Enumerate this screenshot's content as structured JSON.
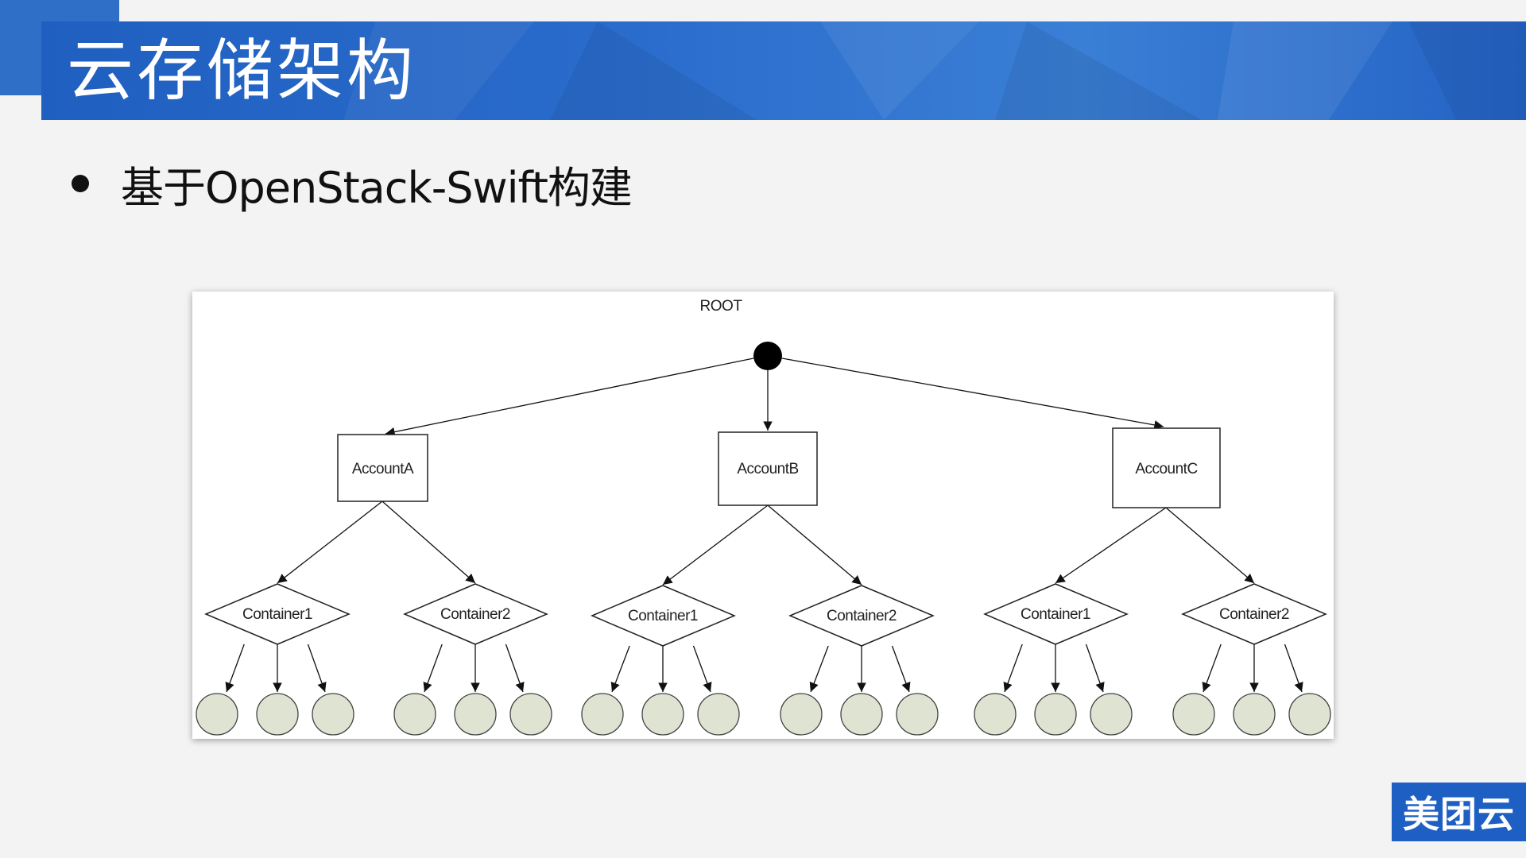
{
  "slide": {
    "title": "云存储架构",
    "bullet": "基于OpenStack-Swift构建",
    "brand": "美团云"
  },
  "colors": {
    "title_band": "#2a6ccc",
    "brand_badge": "#1d5fc3",
    "leaf_fill": "#dfe3d2",
    "root_fill": "#000000"
  },
  "diagram": {
    "root": {
      "label": "ROOT"
    },
    "accounts": [
      {
        "label": "AccountA",
        "containers": [
          {
            "label": "Container1",
            "objects": 3
          },
          {
            "label": "Container2",
            "objects": 3
          }
        ]
      },
      {
        "label": "AccountB",
        "containers": [
          {
            "label": "Container1",
            "objects": 3
          },
          {
            "label": "Container2",
            "objects": 3
          }
        ]
      },
      {
        "label": "AccountC",
        "containers": [
          {
            "label": "Container1",
            "objects": 3
          },
          {
            "label": "Container2",
            "objects": 3
          }
        ]
      }
    ]
  }
}
